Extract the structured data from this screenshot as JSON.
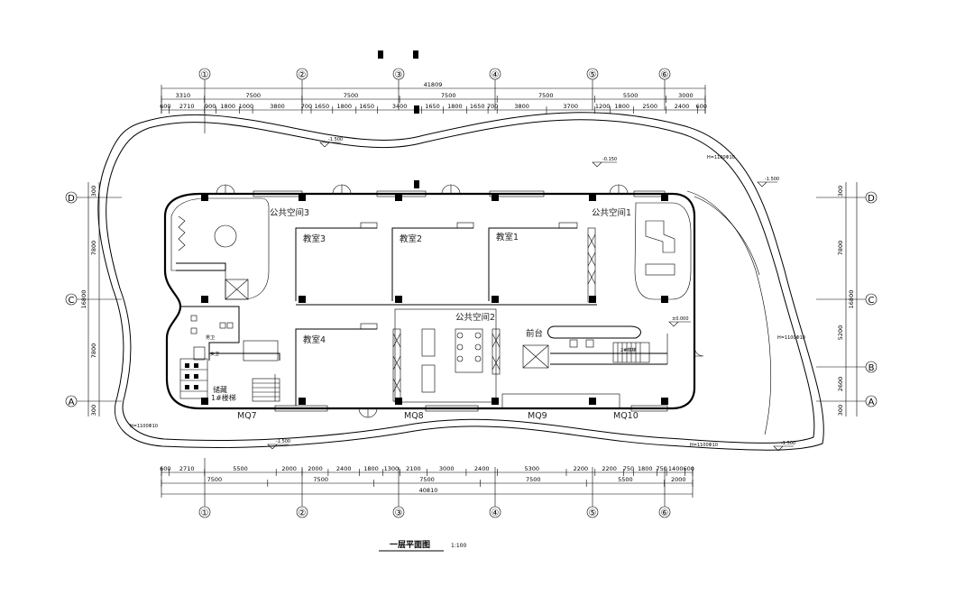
{
  "drawing_title": "一层平面图",
  "scale": "1:100",
  "grid_cols": [
    "①",
    "②",
    "③",
    "④",
    "⑤",
    "⑥"
  ],
  "grid_rows": [
    "D",
    "C",
    "B",
    "A"
  ],
  "dims_top_total": "41809",
  "dims_top_row1": [
    "3310",
    "7500",
    "7500",
    "7500",
    "7500",
    "5500",
    "3000"
  ],
  "dims_top_row2": [
    "600",
    "2710",
    "900",
    "1800",
    "1000",
    "3800",
    "700",
    "1650",
    "1800",
    "1650",
    "3400",
    "1650",
    "1800",
    "1650",
    "700",
    "3800",
    "3700",
    "1200",
    "1800",
    "2500",
    "2400",
    "600"
  ],
  "dims_bottom_total": "40810",
  "dims_bottom_row1": [
    "600",
    "2710",
    "5500",
    "2000",
    "2000",
    "2400",
    "1800",
    "1300",
    "2100",
    "3000",
    "2400",
    "5300",
    "2200",
    "2200",
    "750",
    "1800",
    "750",
    "1400",
    "600"
  ],
  "dims_bottom_row2": [
    "7500",
    "7500",
    "7500",
    "7500",
    "5500",
    "2000"
  ],
  "dims_left": [
    "300",
    "7800",
    "16800",
    "7800",
    "300"
  ],
  "dims_right": [
    "300",
    "7800",
    "16800",
    "5200",
    "2600",
    "300"
  ],
  "rooms": {
    "public1": "公共空间1",
    "public2": "公共空间2",
    "public3": "公共空间3",
    "class1": "教室1",
    "class2": "教室2",
    "class3": "教室3",
    "class4": "教室4",
    "reception": "前台",
    "male_wc": "男卫",
    "female_wc": "女卫",
    "storage": "储藏",
    "stair1": "1#楼梯",
    "stair2": "2#楼梯"
  },
  "curtain_walls": [
    "MQ7",
    "MQ8",
    "MQ9",
    "MQ10"
  ],
  "levels": {
    "out_top": "-1.500",
    "out_mid": "-0.150",
    "out_right": "-1.500",
    "out_bottom_left": "-1.500",
    "out_bottom_right": "-1.500",
    "floor": "±0.000"
  },
  "wall_note": "H=1100Φ10"
}
